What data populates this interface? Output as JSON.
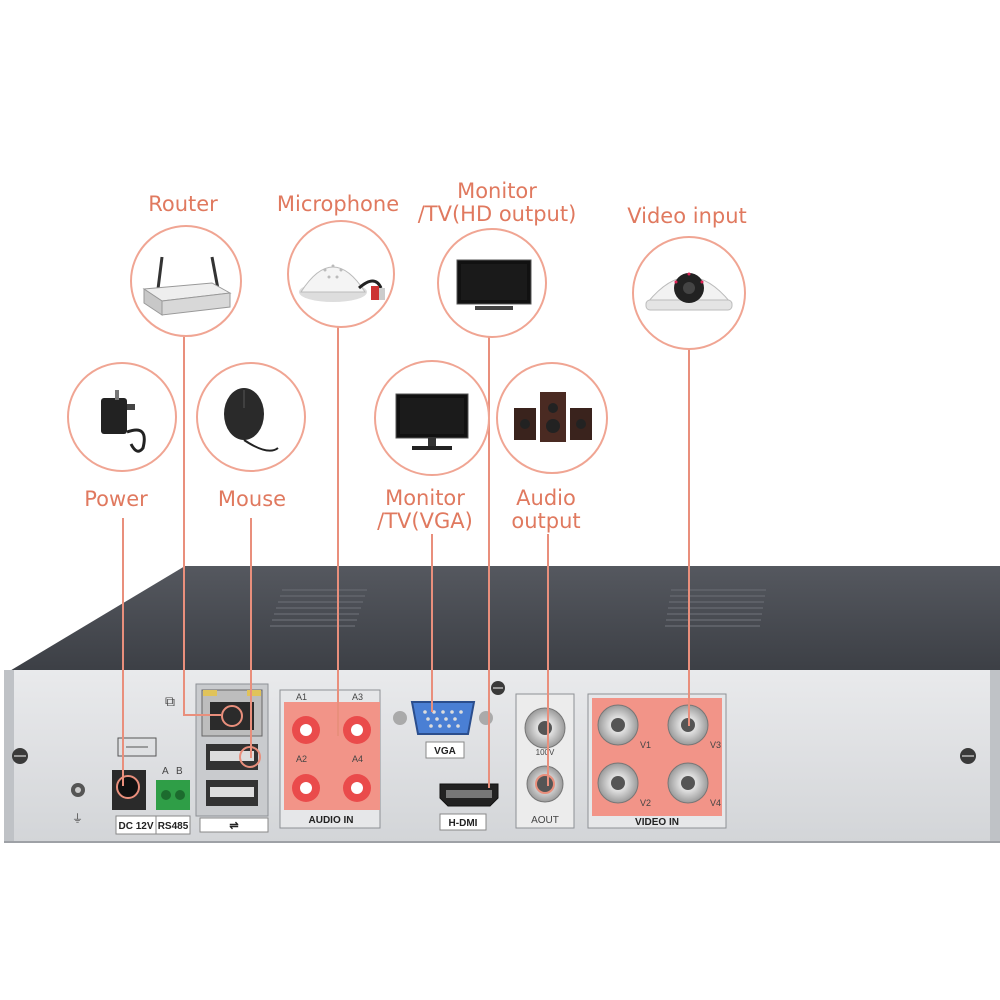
{
  "labels": {
    "router": "Router",
    "microphone": "Microphone",
    "monitor_hd_line1": "Monitor",
    "monitor_hd_line2": "/TV(HD output)",
    "video_input": "Video input",
    "power": "Power",
    "mouse": "Mouse",
    "monitor_vga_line1": "Monitor",
    "monitor_vga_line2": "/TV(VGA)",
    "audio_output_line1": "Audio",
    "audio_output_line2": "output"
  },
  "panel": {
    "dc": "DC 12V",
    "rs485": "RS485",
    "a": "A",
    "b": "B",
    "audio_in": "AUDIO IN",
    "a1": "A1",
    "a2": "A2",
    "a3": "A3",
    "a4": "A4",
    "vga": "VGA",
    "hdmi": "H-DMI",
    "aout": "AOUT",
    "video_in": "VIDEO IN",
    "v1": "V1",
    "v2": "V2",
    "v3": "V3",
    "v4": "V4",
    "io_text": "100V"
  },
  "colors": {
    "label": "#e0795f",
    "line": "#e98f7c",
    "highlight": "#f28c83",
    "body_top": "#4a4d54",
    "panel": "#dfe1e4"
  }
}
